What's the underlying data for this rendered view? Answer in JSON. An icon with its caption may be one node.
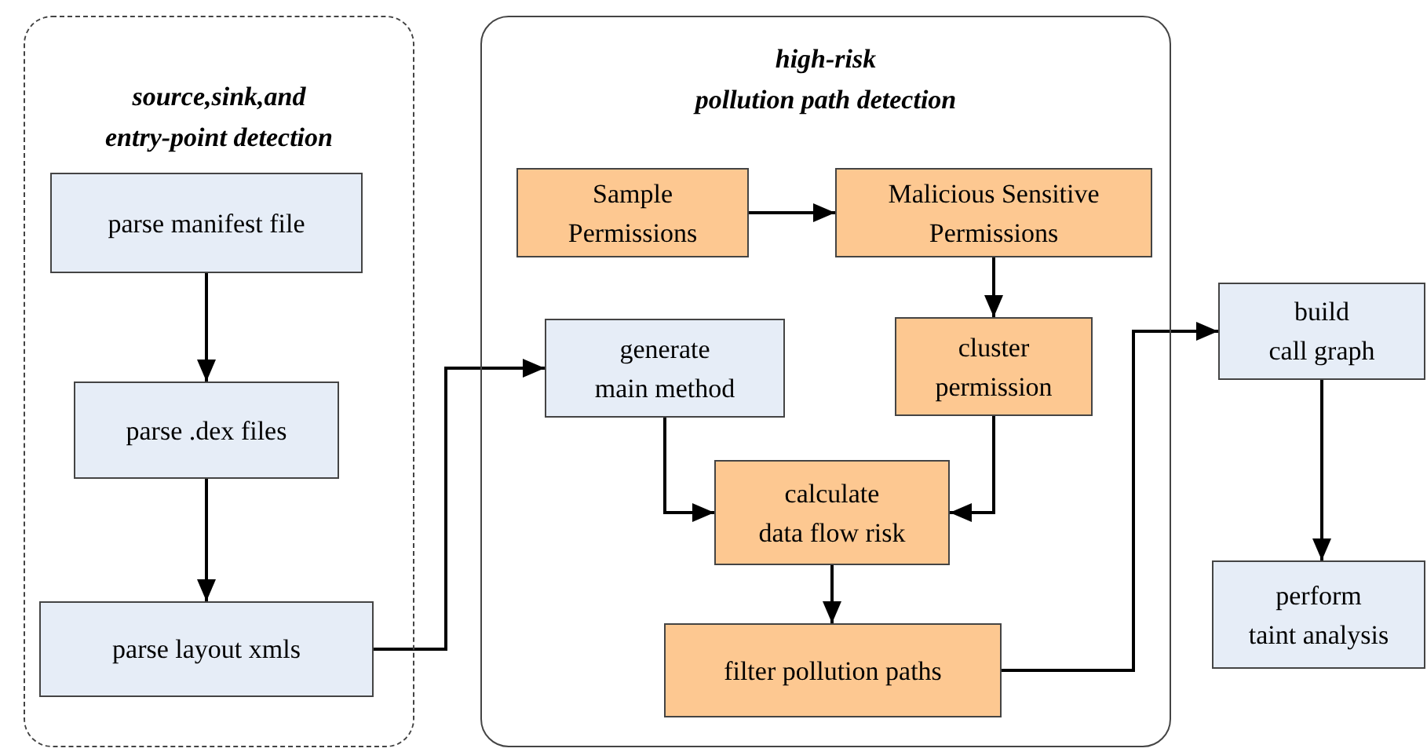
{
  "diagram": {
    "nodes": [
      {
        "text": [
          "source,sink,and entry-point detection"
        ]
      },
      {
        "text": [
          "parse manifest file"
        ],
        "in": 0
      },
      {
        "text": [
          "parse .dex files"
        ],
        "in": 0
      },
      {
        "text": [
          "parse layout xmls"
        ],
        "in": 0
      },
      {
        "text": [
          "high-risk pollution path detection"
        ]
      },
      {
        "text": [
          "Sample Permissions"
        ],
        "in": 4
      },
      {
        "text": [
          "Malicious Sensitive Permissions"
        ],
        "in": 4
      },
      {
        "text": [
          "generate main method"
        ],
        "in": 4
      },
      {
        "text": [
          "cluster permission"
        ],
        "in": 4
      },
      {
        "text": [
          "calculate data flow risk"
        ],
        "in": 4
      },
      {
        "text": [
          "filter pollution paths"
        ],
        "in": 4
      },
      {
        "text": [
          "build call graph"
        ]
      },
      {
        "text": [
          "perform taint analysis"
        ]
      }
    ],
    "edges": [
      {
        "from": 1,
        "to": 2,
        "arrow": "to"
      },
      {
        "from": 2,
        "to": 3,
        "arrow": "to"
      },
      {
        "from": 3,
        "to": 7,
        "arrow": "to"
      },
      {
        "from": 5,
        "to": 6,
        "arrow": "to"
      },
      {
        "from": 6,
        "to": 8,
        "arrow": "to"
      },
      {
        "from": 7,
        "to": 9,
        "arrow": "to"
      },
      {
        "from": 8,
        "to": 9,
        "arrow": "to"
      },
      {
        "from": 9,
        "to": 10,
        "arrow": "to"
      },
      {
        "from": 10,
        "to": 11,
        "arrow": "to"
      },
      {
        "from": 11,
        "to": 12,
        "arrow": "to"
      }
    ]
  }
}
